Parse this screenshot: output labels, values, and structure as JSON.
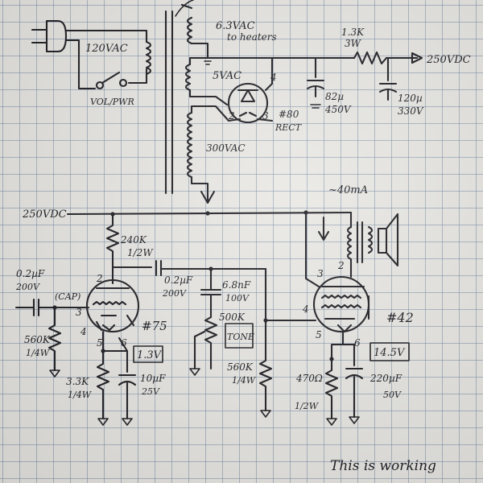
{
  "transformer": {
    "primary_voltage": "120VAC",
    "heater_winding": "6.3VAC",
    "heater_note": "to heaters",
    "rect_winding": "5VAC",
    "hv_winding": "300VAC"
  },
  "power_switch": {
    "label": "VOL/PWR"
  },
  "rectifier": {
    "name": "#80",
    "subtitle": "RECT",
    "pins": [
      "2",
      "3",
      "4"
    ]
  },
  "power_supply": {
    "cap1": {
      "value": "82µ",
      "voltage": "450V"
    },
    "resistor": {
      "value": "1.3K",
      "power": "3W"
    },
    "cap2": {
      "value": "120µ",
      "voltage": "330V"
    },
    "output": "250VDC"
  },
  "b_plus": {
    "label": "250VDC"
  },
  "preamp": {
    "tube": "#75",
    "pins": [
      "2",
      "3",
      "4",
      "5",
      "6"
    ],
    "input_cap": {
      "value": "0.2µF",
      "voltage": "200V",
      "note": "(CAP)"
    },
    "grid_resistor": {
      "value": "560K",
      "power": "1/4W"
    },
    "plate_resistor": {
      "value": "240K",
      "power": "1/2W"
    },
    "coupling_cap": {
      "value": "0.2µF",
      "voltage": "200V"
    },
    "cathode_resistor": {
      "value": "3.3K",
      "power": "1/4W"
    },
    "cathode_cap": {
      "value": "10µF",
      "voltage": "25V"
    },
    "cathode_voltage": "1.3V"
  },
  "tone": {
    "cap": {
      "value": "6.8nF",
      "voltage": "100V"
    },
    "pot": {
      "value": "500K",
      "label": "TONE"
    }
  },
  "power_amp": {
    "tube": "#42",
    "pins": [
      "2",
      "3",
      "4",
      "5",
      "6"
    ],
    "current": "~40mA",
    "grid_resistor": {
      "value": "560K",
      "power": "1/4W"
    },
    "cathode_resistor": {
      "value": "470Ω",
      "power": "1/2W"
    },
    "cathode_cap": {
      "value": "220µF",
      "voltage": "50V"
    },
    "cathode_voltage": "14.5V"
  },
  "note": "This is working",
  "colors": {
    "ink": "#1d1d22",
    "grid": "#7b8ca6",
    "paper": "#e9e8e4"
  }
}
